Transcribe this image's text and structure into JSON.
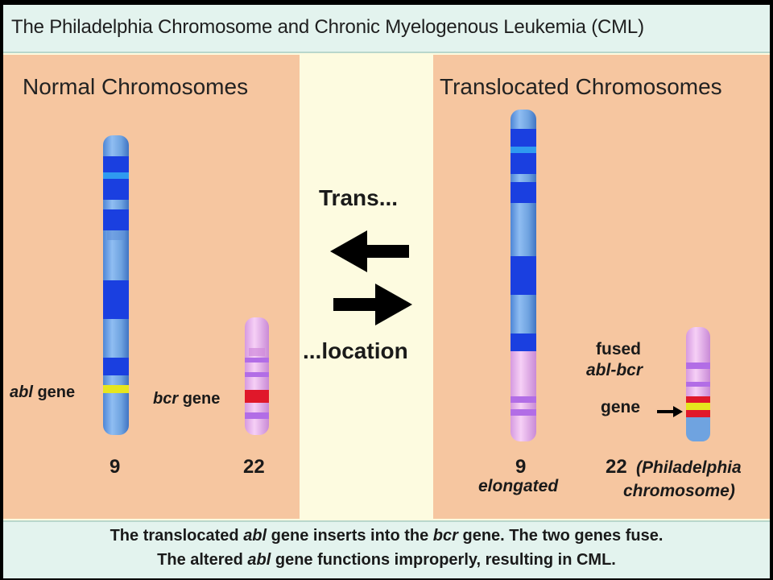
{
  "title": "The Philadelphia Chromosome and Chronic Myelogenous Leukemia (CML)",
  "left_panel": {
    "heading": "Normal Chromosomes",
    "chr9_number": "9",
    "chr22_number": "22",
    "abl_label_gene": "abl",
    "abl_label_word": "gene",
    "bcr_label_gene": "bcr",
    "bcr_label_word": "gene"
  },
  "center": {
    "top_text": "Trans...",
    "bottom_text": "...location"
  },
  "right_panel": {
    "heading": "Translocated Chromosomes",
    "chr9_number": "9",
    "chr9_note": "elongated",
    "chr22_number": "22",
    "chr22_note_line1": "(Philadelphia",
    "chr22_note_line2": "chromosome)",
    "fused_line1": "fused",
    "fused_line2": "abl-bcr",
    "fused_line3": "gene"
  },
  "footer": {
    "line1_a": "The translocated ",
    "line1_b": "abl",
    "line1_c": " gene inserts into the ",
    "line1_d": "bcr",
    "line1_e": " gene. The two genes fuse.",
    "line2_a": "The altered ",
    "line2_b": "abl",
    "line2_c": " gene functions improperly, resulting in CML."
  },
  "colors": {
    "panel": "#f6c6a0",
    "center_bg": "#fdfbe0",
    "title_bg": "#e3f3ee",
    "chr9_light": "#6fa3e0",
    "chr9_dark": "#1a3fe0",
    "chr22_light": "#e8b5ec",
    "chr22_band": "#b26de6",
    "bcr_band": "#e0182a",
    "abl_band": "#e6e61e",
    "arrow": "#000000"
  }
}
